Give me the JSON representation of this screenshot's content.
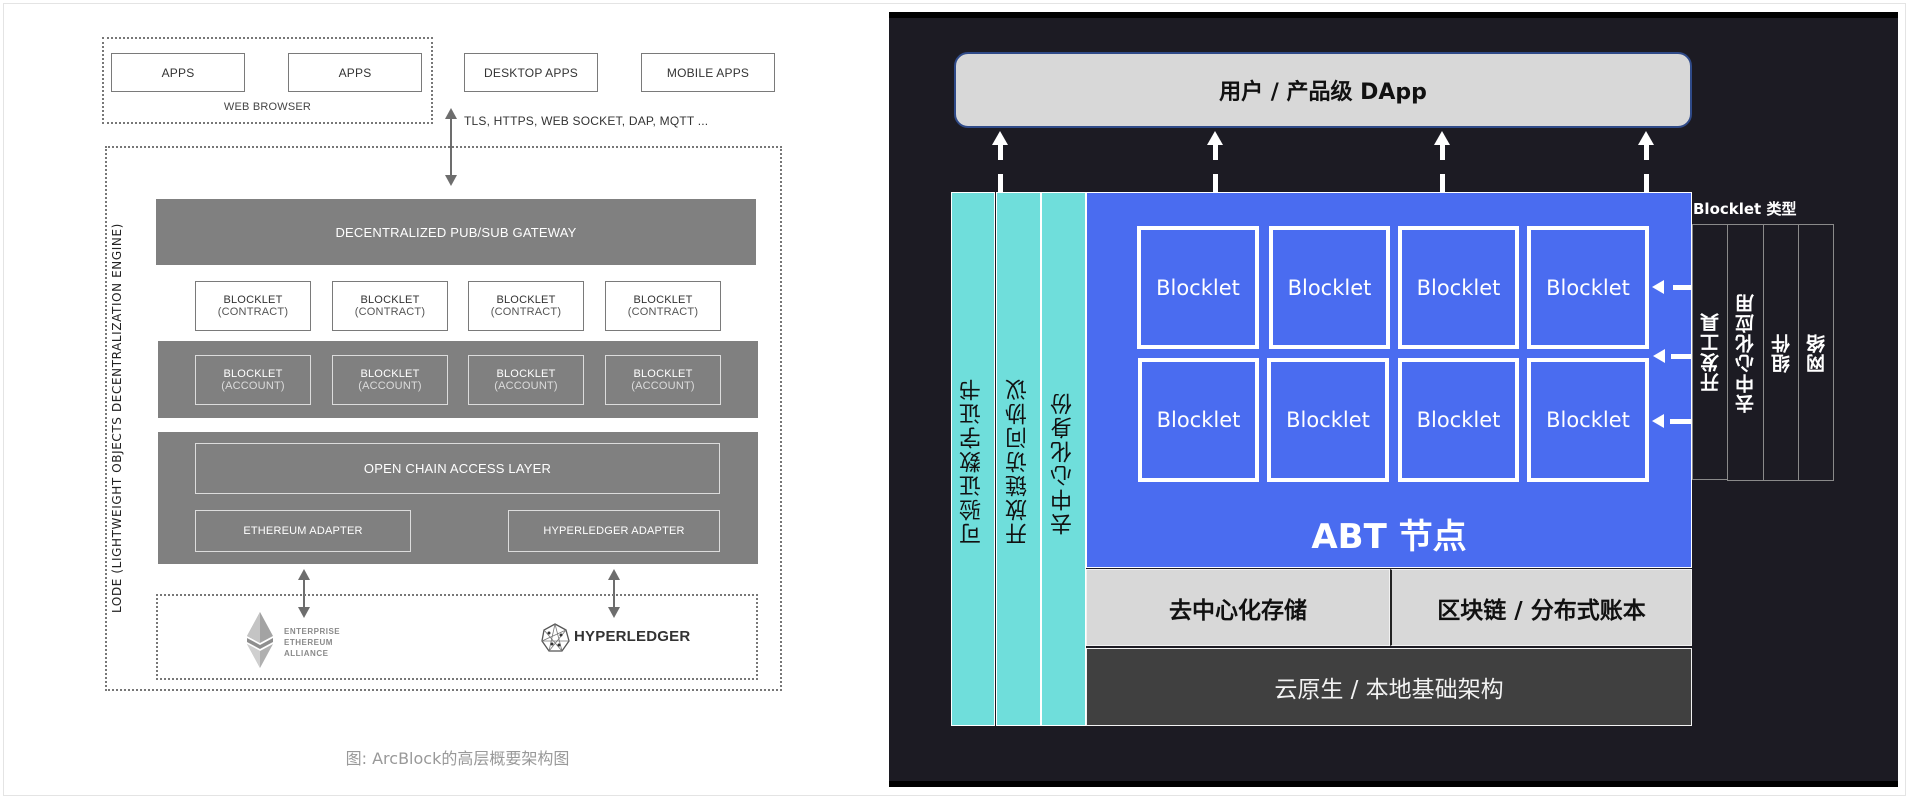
{
  "left_diagram": {
    "web_browser": {
      "label": "WEB BROWSER",
      "apps": [
        "APPS",
        "APPS"
      ]
    },
    "desktop_apps": "DESKTOP APPS",
    "mobile_apps": "MOBILE APPS",
    "protocols": "TLS, HTTPS, WEB SOCKET, DAP, MQTT ...",
    "lode_label": "LODE (LIGHTWEIGHT OBJECTS DECENTRALIZATION ENGINE)",
    "gateway": "DECENTRALIZED PUB/SUB GATEWAY",
    "contracts": [
      {
        "title": "BLOCKLET",
        "sub": "(CONTRACT)"
      },
      {
        "title": "BLOCKLET",
        "sub": "(CONTRACT)"
      },
      {
        "title": "BLOCKLET",
        "sub": "(CONTRACT)"
      },
      {
        "title": "BLOCKLET",
        "sub": "(CONTRACT)"
      }
    ],
    "accounts": [
      {
        "title": "BLOCKLET",
        "sub": "(ACCOUNT)"
      },
      {
        "title": "BLOCKLET",
        "sub": "(ACCOUNT)"
      },
      {
        "title": "BLOCKLET",
        "sub": "(ACCOUNT)"
      },
      {
        "title": "BLOCKLET",
        "sub": "(ACCOUNT)"
      }
    ],
    "open_chain_access_layer": "OPEN CHAIN ACCESS LAYER",
    "ethereum_adapter": "ETHEREUM ADAPTER",
    "hyperledger_adapter": "HYPERLEDGER ADAPTER",
    "logos": {
      "eea": [
        "ENTERPRISE",
        "ETHEREUM",
        "ALLIANCE"
      ],
      "hyperledger": "HYPERLEDGER"
    },
    "caption": "图: ArcBlock的高层概要架构图"
  },
  "right_diagram": {
    "dapp": "用户 / 产品级 DApp",
    "side_columns": [
      "可验证数字证书",
      "开放链访问协议",
      "去中心化身份"
    ],
    "blocklets": [
      "Blocklet",
      "Blocklet",
      "Blocklet",
      "Blocklet",
      "Blocklet",
      "Blocklet",
      "Blocklet",
      "Blocklet"
    ],
    "abt_node": "ABT 节点",
    "storage": "去中心化存储",
    "ledger": "区块链 / 分布式账本",
    "infrastructure": "云原生 / 本地基础架构",
    "blocklet_types": {
      "title": "Blocklet 类型",
      "items": [
        "开发工具",
        "去中心化应用",
        "组件",
        "网络"
      ]
    },
    "colors": {
      "panel": "#1c1b23",
      "teal": "#6fdedb",
      "blue": "#4a6cf0",
      "light_gray": "#d8d8d8",
      "dark_gray": "#404040"
    }
  }
}
